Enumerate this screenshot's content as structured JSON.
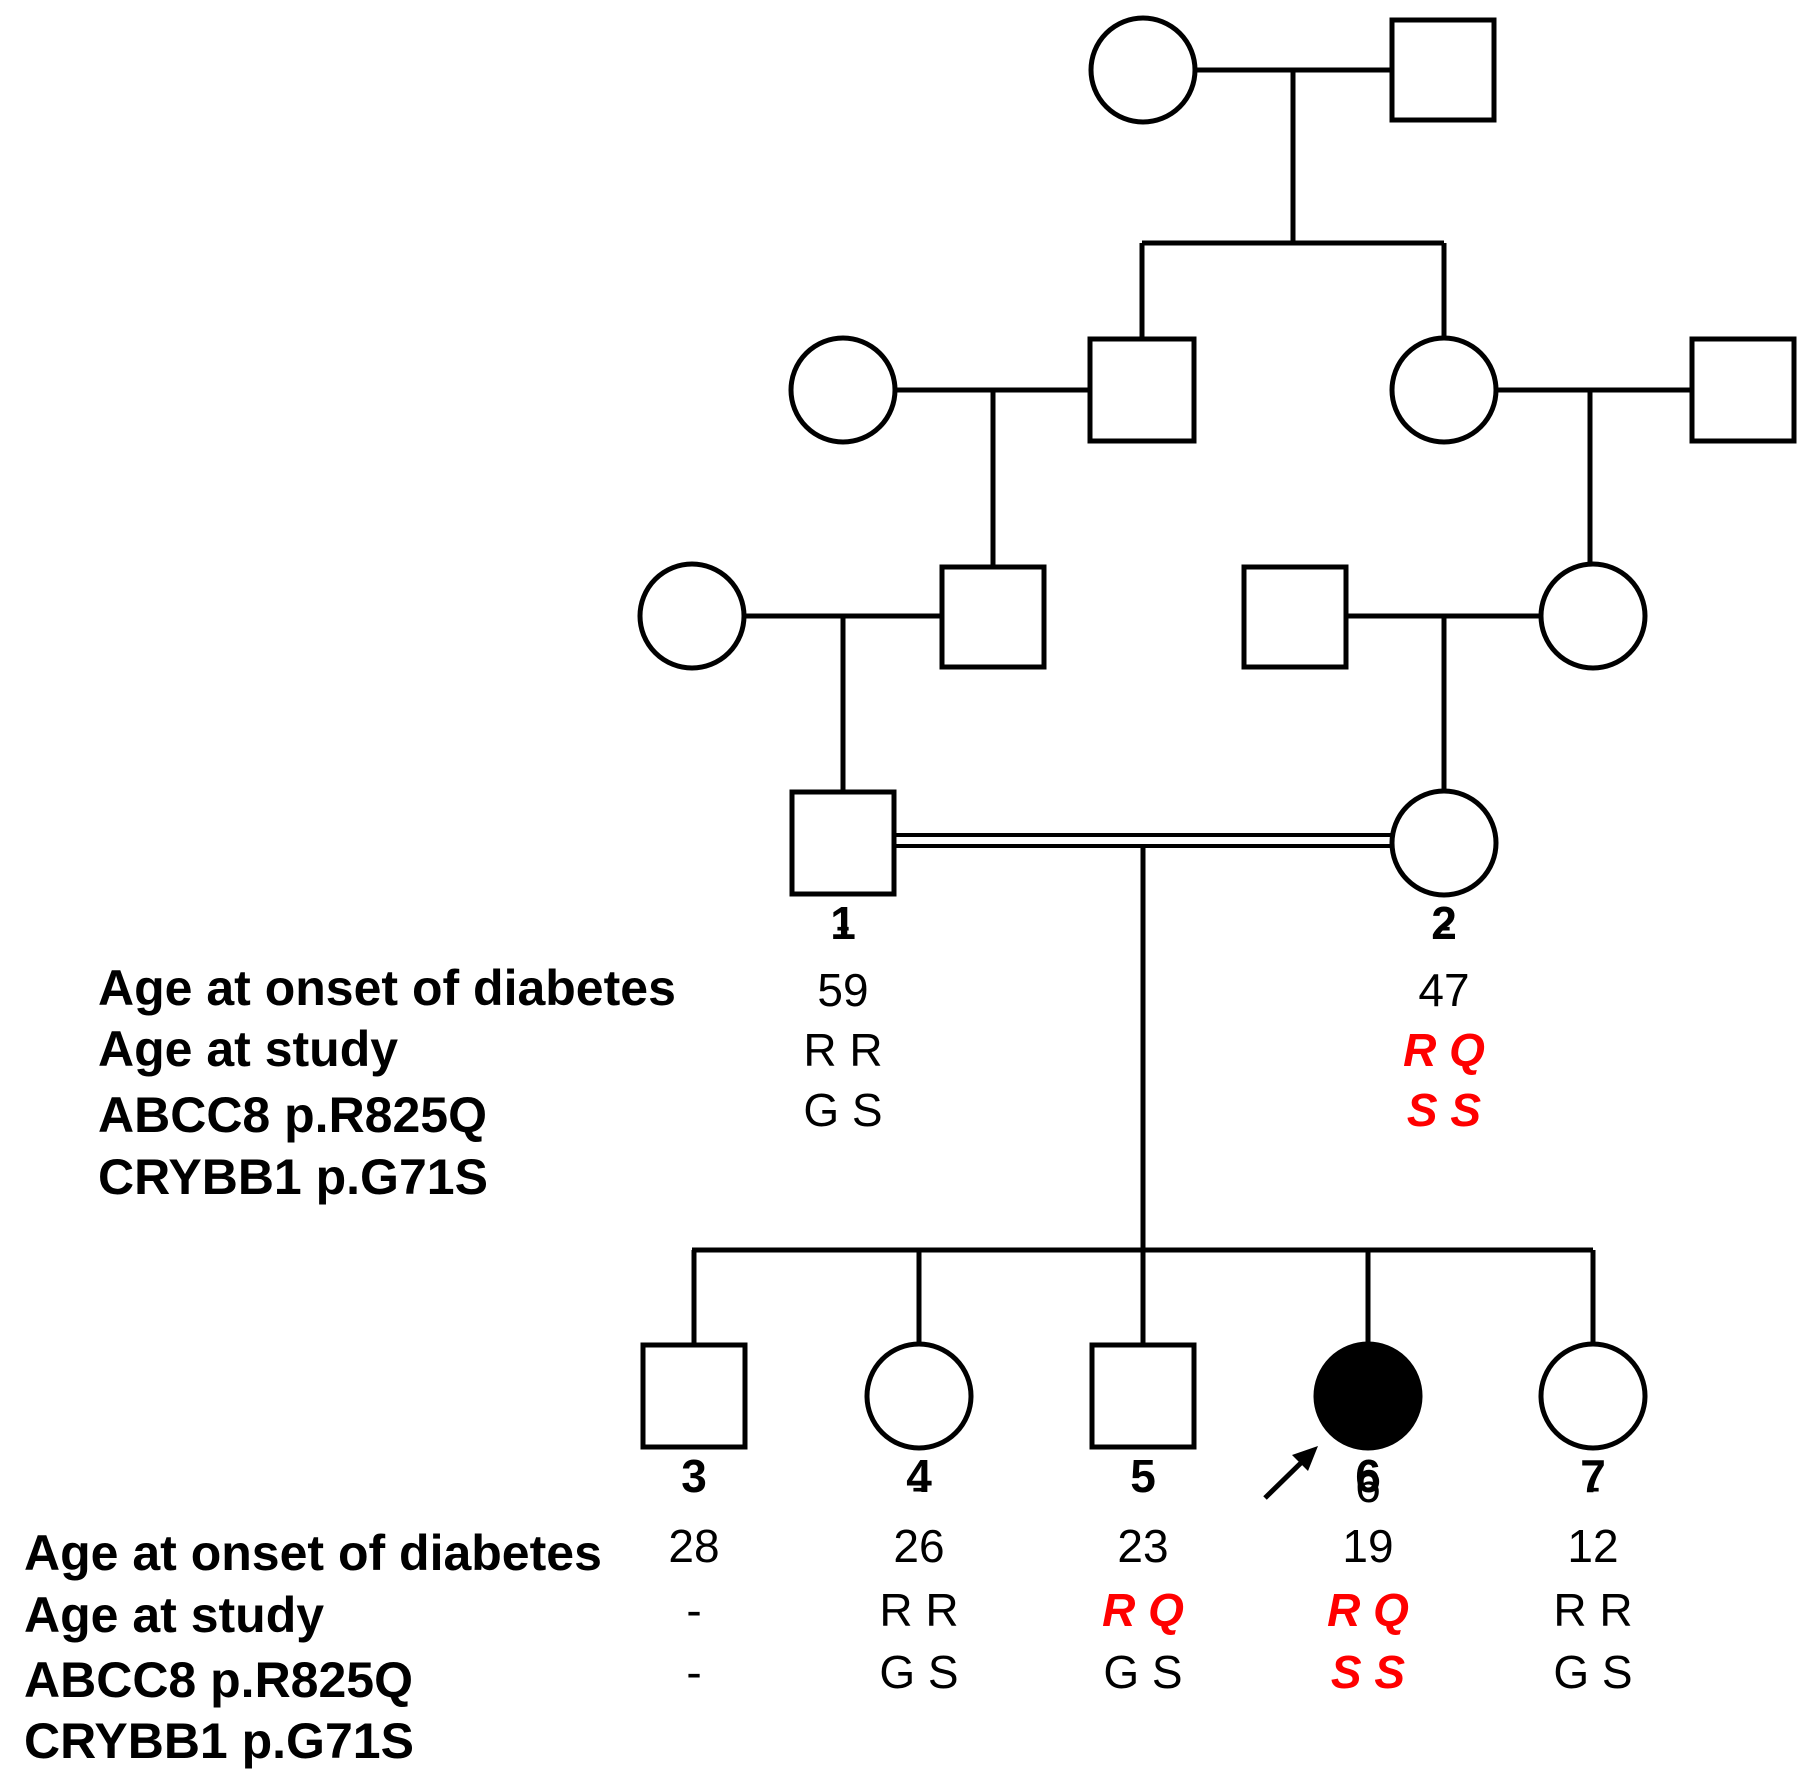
{
  "colors": {
    "line": "#000000",
    "affected_fill": "#000000",
    "highlight": "#ff0000"
  },
  "row_labels": [
    "Age at onset of diabetes",
    "Age at study",
    "ABCC8 p.R825Q",
    "CRYBB1 p.G71S"
  ],
  "individuals": [
    {
      "id": "1",
      "sex": "male",
      "affected": false,
      "proband": false,
      "values": [
        {
          "text": "-",
          "hl": false
        },
        {
          "text": "59",
          "hl": false
        },
        {
          "text": "R R",
          "hl": false
        },
        {
          "text": "G S",
          "hl": false
        }
      ]
    },
    {
      "id": "2",
      "sex": "female",
      "affected": false,
      "proband": false,
      "values": [
        {
          "text": "-",
          "hl": false
        },
        {
          "text": "47",
          "hl": false
        },
        {
          "text": "R Q",
          "hl": true
        },
        {
          "text": "S S",
          "hl": true
        }
      ]
    },
    {
      "id": "3",
      "sex": "male",
      "affected": false,
      "proband": false,
      "values": [
        {
          "text": "-",
          "hl": false
        },
        {
          "text": "28",
          "hl": false
        },
        {
          "text": "-",
          "hl": false
        },
        {
          "text": "-",
          "hl": false
        }
      ]
    },
    {
      "id": "4",
      "sex": "female",
      "affected": false,
      "proband": false,
      "values": [
        {
          "text": "-",
          "hl": false
        },
        {
          "text": "26",
          "hl": false
        },
        {
          "text": "R R",
          "hl": false
        },
        {
          "text": "G S",
          "hl": false
        }
      ]
    },
    {
      "id": "5",
      "sex": "male",
      "affected": false,
      "proband": false,
      "values": [
        {
          "text": "-",
          "hl": false
        },
        {
          "text": "23",
          "hl": false
        },
        {
          "text": "R Q",
          "hl": true
        },
        {
          "text": "G S",
          "hl": false
        }
      ]
    },
    {
      "id": "6",
      "sex": "female",
      "affected": true,
      "proband": true,
      "values": [
        {
          "text": "6",
          "hl": false
        },
        {
          "text": "19",
          "hl": false
        },
        {
          "text": "R Q",
          "hl": true
        },
        {
          "text": "S S",
          "hl": true
        }
      ]
    },
    {
      "id": "7",
      "sex": "female",
      "affected": false,
      "proband": false,
      "values": [
        {
          "text": "-",
          "hl": false
        },
        {
          "text": "12",
          "hl": false
        },
        {
          "text": "R R",
          "hl": false
        },
        {
          "text": "G S",
          "hl": false
        }
      ]
    }
  ]
}
